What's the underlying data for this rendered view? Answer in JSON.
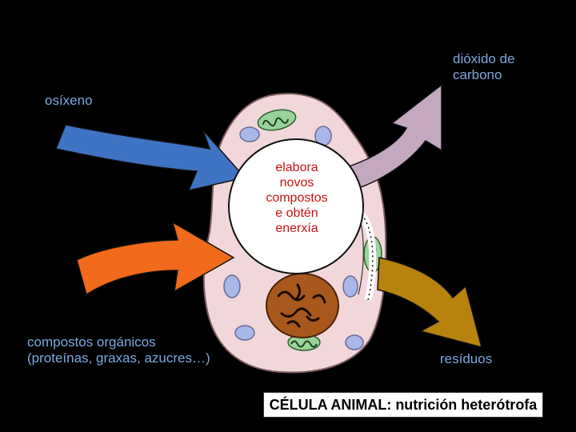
{
  "colors": {
    "background": "#000000",
    "label_text": "#7ea6e0",
    "center_text": "#cc1111",
    "oxygen_arrow": "#3f74c4",
    "co2_arrow": "#c4a8c0",
    "organic_arrow": "#f26a1b",
    "waste_arrow": "#b8820e",
    "cytoplasm": "#f2d7da",
    "nucleus": "#a8581c",
    "vacuole": "#a9b7e6"
  },
  "labels": {
    "oxygen": "osíxeno",
    "co2_line1": "dióxido de",
    "co2_line2": "carbono",
    "organic_line1": "compostos orgánicos",
    "organic_line2": "(proteínas, graxas, azucres…)",
    "waste": "resíduos",
    "center_line1": "elabora",
    "center_line2": "novos",
    "center_line3": "compostos",
    "center_line4": "e obtén",
    "center_line5": "enerxía"
  },
  "title": "CÉLULA ANIMAL: nutrición heterótrofa",
  "icons": {
    "oxygen_arrow": "arrow-in-icon",
    "organic_arrow": "arrow-in-icon",
    "co2_arrow": "arrow-out-icon",
    "waste_arrow": "arrow-out-icon"
  }
}
